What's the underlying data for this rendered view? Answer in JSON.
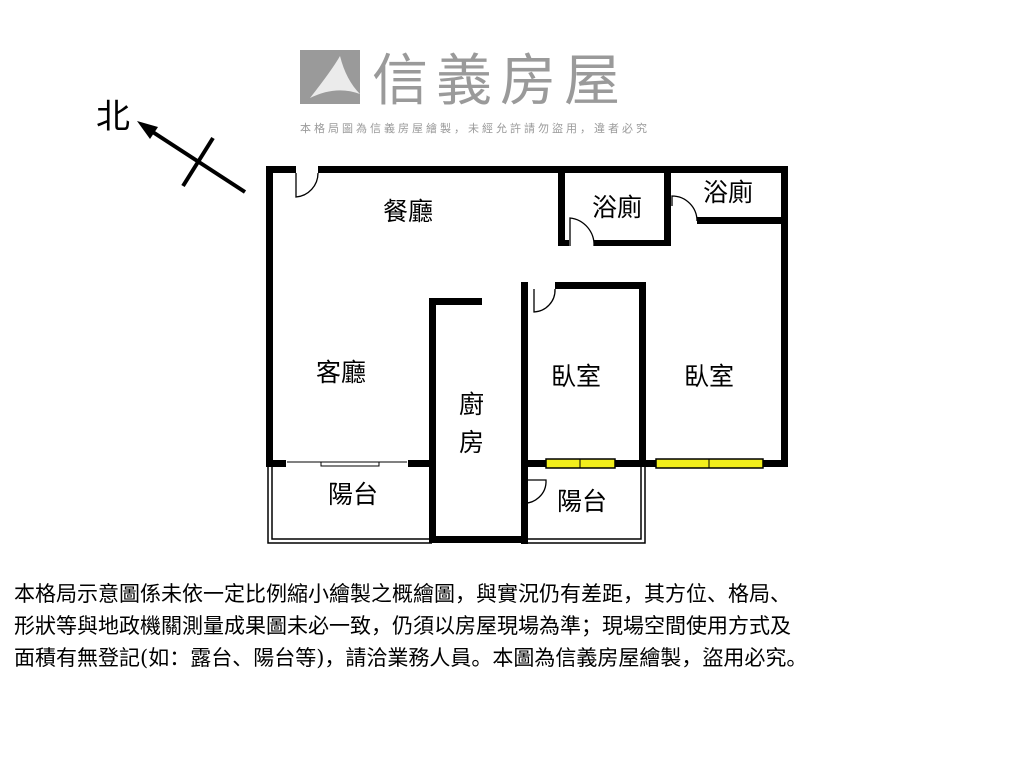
{
  "compass": {
    "north_label": "北"
  },
  "rooms": {
    "dining": "餐廳",
    "living": "客廳",
    "kitchen_1": "廚",
    "kitchen_2": "房",
    "bath_1": "浴廁",
    "bath_2": "浴廁",
    "bedroom_1": "臥室",
    "bedroom_2": "臥室",
    "balcony_1": "陽台",
    "balcony_2": "陽台"
  },
  "watermark": {
    "brand": "信義房屋",
    "notice": "本格局圖為信義房屋繪製，未經允許請勿盜用，違者必究"
  },
  "disclaimer": {
    "line1": "本格局示意圖係未依一定比例縮小繪製之概繪圖，與實況仍有差距，其方位、格局、",
    "line2": "形狀等與地政機關測量成果圖未必一致，仍須以房屋現場為準；現場空間使用方式及",
    "line3": "面積有無登記(如：露台、陽台等)，請洽業務人員。本圖為信義房屋繪製，盜用必究。"
  },
  "colors": {
    "wall": "#000000",
    "window": "#f2ee1c",
    "watermark": "#9a9a9a"
  }
}
